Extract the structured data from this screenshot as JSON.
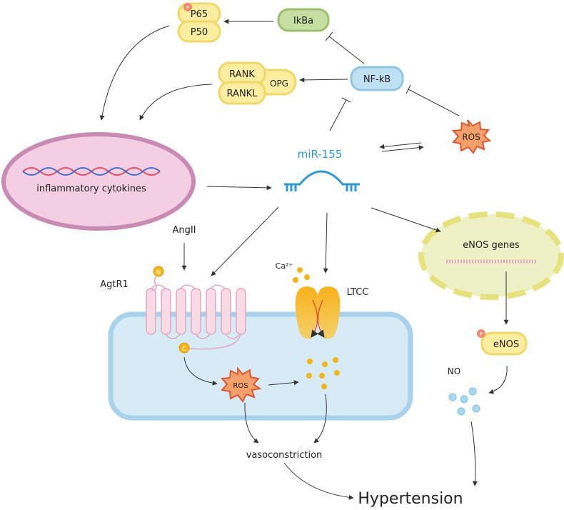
{
  "nodes": {
    "p65": "P65",
    "p50": "P50",
    "ikba": "IkBa",
    "nfkb": "NF-kB",
    "rank": "RANK",
    "rankl": "RANKL",
    "opg": "OPG",
    "ros_top": "ROS",
    "mirna": "miR-155",
    "inflammatory": "inflammatory cytokines",
    "angii": "AngII",
    "agtr1": "AgtR1",
    "ca": "Ca²⁺",
    "ltcc": "LTCC",
    "enos_genes": "eNOS genes",
    "enos": "eNOS",
    "no": "NO",
    "ros_cell": "ROS",
    "vasoconstriction": "vasoconstriction",
    "hypertension": "Hypertension",
    "phospho_p": "P",
    "receptor_n": "N",
    "receptor_c": "C"
  },
  "colors": {
    "pill_yellow_fill": "#fbeea0",
    "pill_yellow_stroke": "#f0d865",
    "ikba_fill": "#c6dfa2",
    "ikba_stroke": "#9cbf6d",
    "nfkb_fill": "#bfe1f2",
    "nfkb_stroke": "#8fc6e3",
    "ros_fill": "#f3a06b",
    "ros_stroke": "#e2562d",
    "ellipse_fill": "#f4cfe3",
    "ellipse_stroke": "#c98ab4",
    "mirna_color": "#2b9bd6",
    "cell_fill": "#d7ebf6",
    "cell_stroke": "#a9d3ec",
    "receptor_fill": "#f9dbe6",
    "receptor_stroke": "#e4a8bf",
    "enos_cell_fill": "#eef0c6",
    "enos_cell_stroke": "#e6e37c",
    "calcium": "#f4b614",
    "no_dots": "#a8d8ef",
    "arrow": "#333333"
  }
}
